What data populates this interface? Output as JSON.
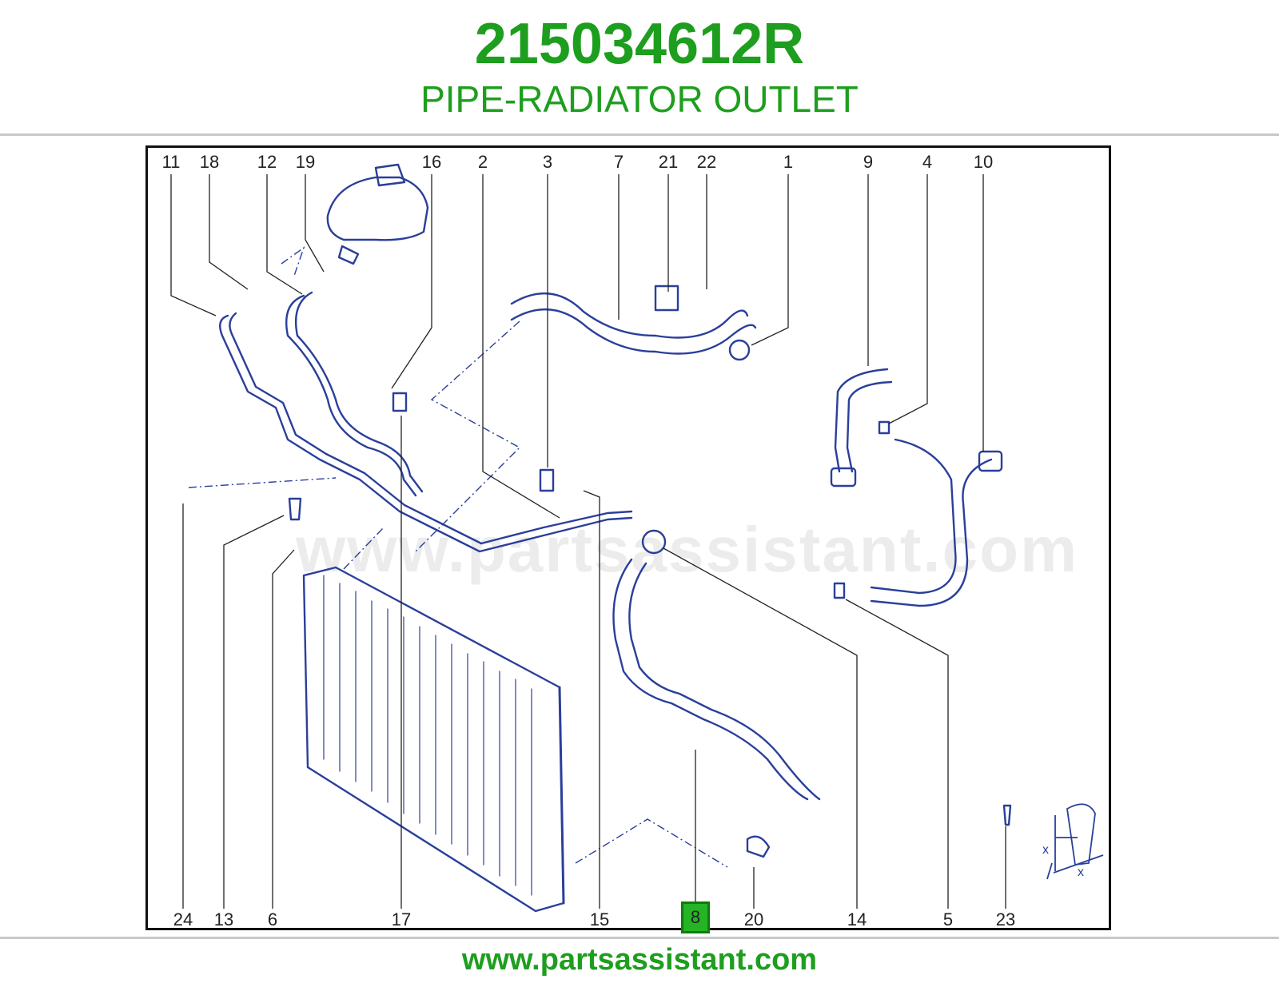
{
  "header": {
    "part_number": "215034612R",
    "description": "PIPE-RADIATOR OUTLET"
  },
  "diagram": {
    "callouts_top": [
      "11",
      "18",
      "12",
      "19",
      "16",
      "2",
      "3",
      "7",
      "21",
      "22",
      "1",
      "9",
      "4",
      "10"
    ],
    "callouts_bottom": [
      "24",
      "13",
      "6",
      "17",
      "15",
      "8",
      "20",
      "14",
      "5",
      "23"
    ],
    "highlighted_callout": "8",
    "torque_symbol_labels": [
      "x",
      "x"
    ],
    "line_color": "#2a3f9a"
  },
  "watermark": "www.partsassistant.com",
  "footer": {
    "website": "www.partsassistant.com"
  },
  "colors": {
    "brand_green": "#1e9e1e",
    "highlight_green": "#26b326"
  }
}
